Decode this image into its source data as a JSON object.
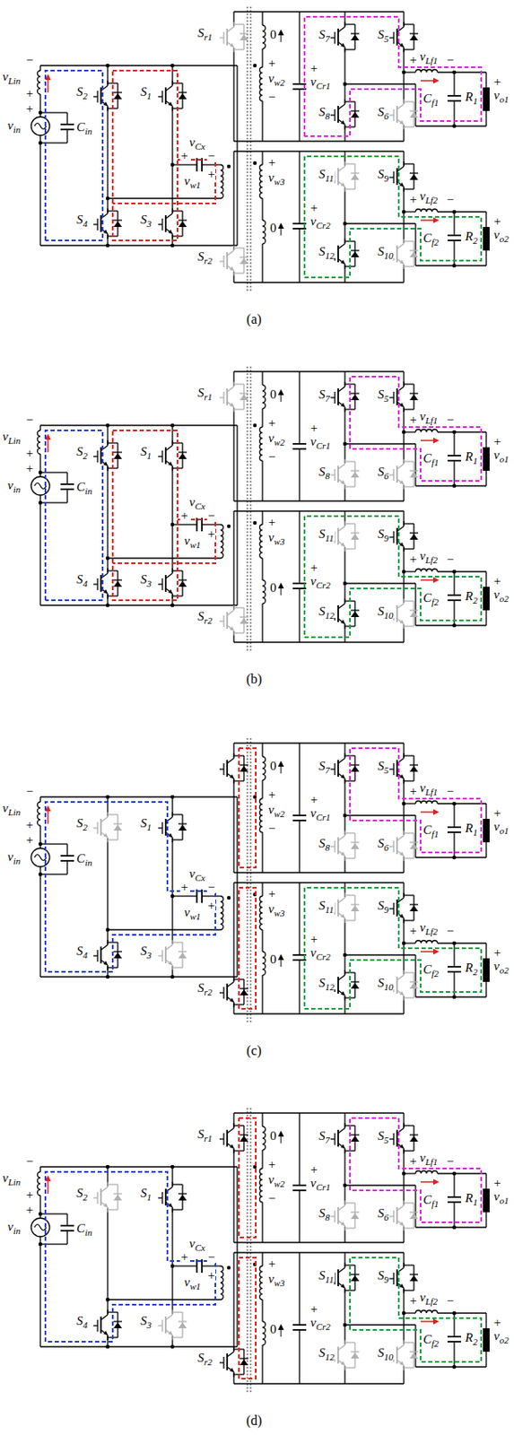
{
  "diagram": {
    "labels": [
      "−",
      "vLin",
      "+",
      "+",
      "vin",
      "Cin",
      "S2",
      "S1",
      "S4",
      "S3",
      "+",
      "vCx",
      "−",
      "+",
      "vw1",
      "Sr1",
      "0",
      "+",
      "vw2",
      "−",
      "+",
      "vCr1",
      "S7",
      "S5",
      "S8",
      "S6",
      "+",
      "vLf1",
      "−",
      "Cf1",
      "R1",
      "+",
      "vo1",
      "+",
      "vw3",
      "0",
      "+",
      "vCr2",
      "Sr2",
      "S11",
      "S9",
      "S12",
      "S10",
      "+",
      "vLf2",
      "−",
      "Cf2",
      "R2",
      "+",
      "vo2",
      "(a)",
      "−",
      "vLin",
      "+",
      "+",
      "vin",
      "Cin",
      "S2",
      "S1",
      "S4",
      "S3",
      "+",
      "vCx",
      "−",
      "+",
      "vw1",
      "Sr1",
      "0",
      "+",
      "vw2",
      "−",
      "+",
      "vCr1",
      "S7",
      "S5",
      "S8",
      "S6",
      "+",
      "vLf1",
      "−",
      "Cf1",
      "R1",
      "+",
      "vo1",
      "+",
      "vw3",
      "0",
      "+",
      "vCr2",
      "Sr2",
      "S11",
      "S9",
      "S12",
      "S10",
      "+",
      "vLf2",
      "−",
      "Cf2",
      "R2",
      "+",
      "vo2",
      "(b)",
      "−",
      "vLin",
      "+",
      "+",
      "vin",
      "Cin",
      "S2",
      "S1",
      "S4",
      "S3",
      "+",
      "vCx",
      "−",
      "+",
      "vw1",
      "0",
      "+",
      "vw2",
      "−",
      "+",
      "vCr1",
      "S7",
      "S5",
      "S8",
      "S6",
      "+",
      "vLf1",
      "−",
      "Cf1",
      "R1",
      "+",
      "vo1",
      "+",
      "vw3",
      "0",
      "+",
      "vCr2",
      "Sr2",
      "S11",
      "S9",
      "S12",
      "S10",
      "+",
      "vLf2",
      "−",
      "Cf2",
      "R2",
      "+",
      "vo2",
      "(c)",
      "−",
      "vLin",
      "+",
      "+",
      "vin",
      "Cin",
      "S2",
      "S1",
      "S4",
      "S3",
      "+",
      "vCx",
      "−",
      "+",
      "vw1",
      "Sr1",
      "0",
      "+",
      "vw2",
      "−",
      "+",
      "vCr1",
      "S7",
      "S5",
      "S8",
      "S6",
      "+",
      "vLf1",
      "−",
      "Cf1",
      "R1",
      "+",
      "vo1",
      "+",
      "vw3",
      "0",
      "+",
      "vCr2",
      "Sr2",
      "S11",
      "S9",
      "S12",
      "S10",
      "+",
      "vLf2",
      "−",
      "Cf2",
      "R2",
      "+",
      "vo2",
      "(d)"
    ]
  }
}
